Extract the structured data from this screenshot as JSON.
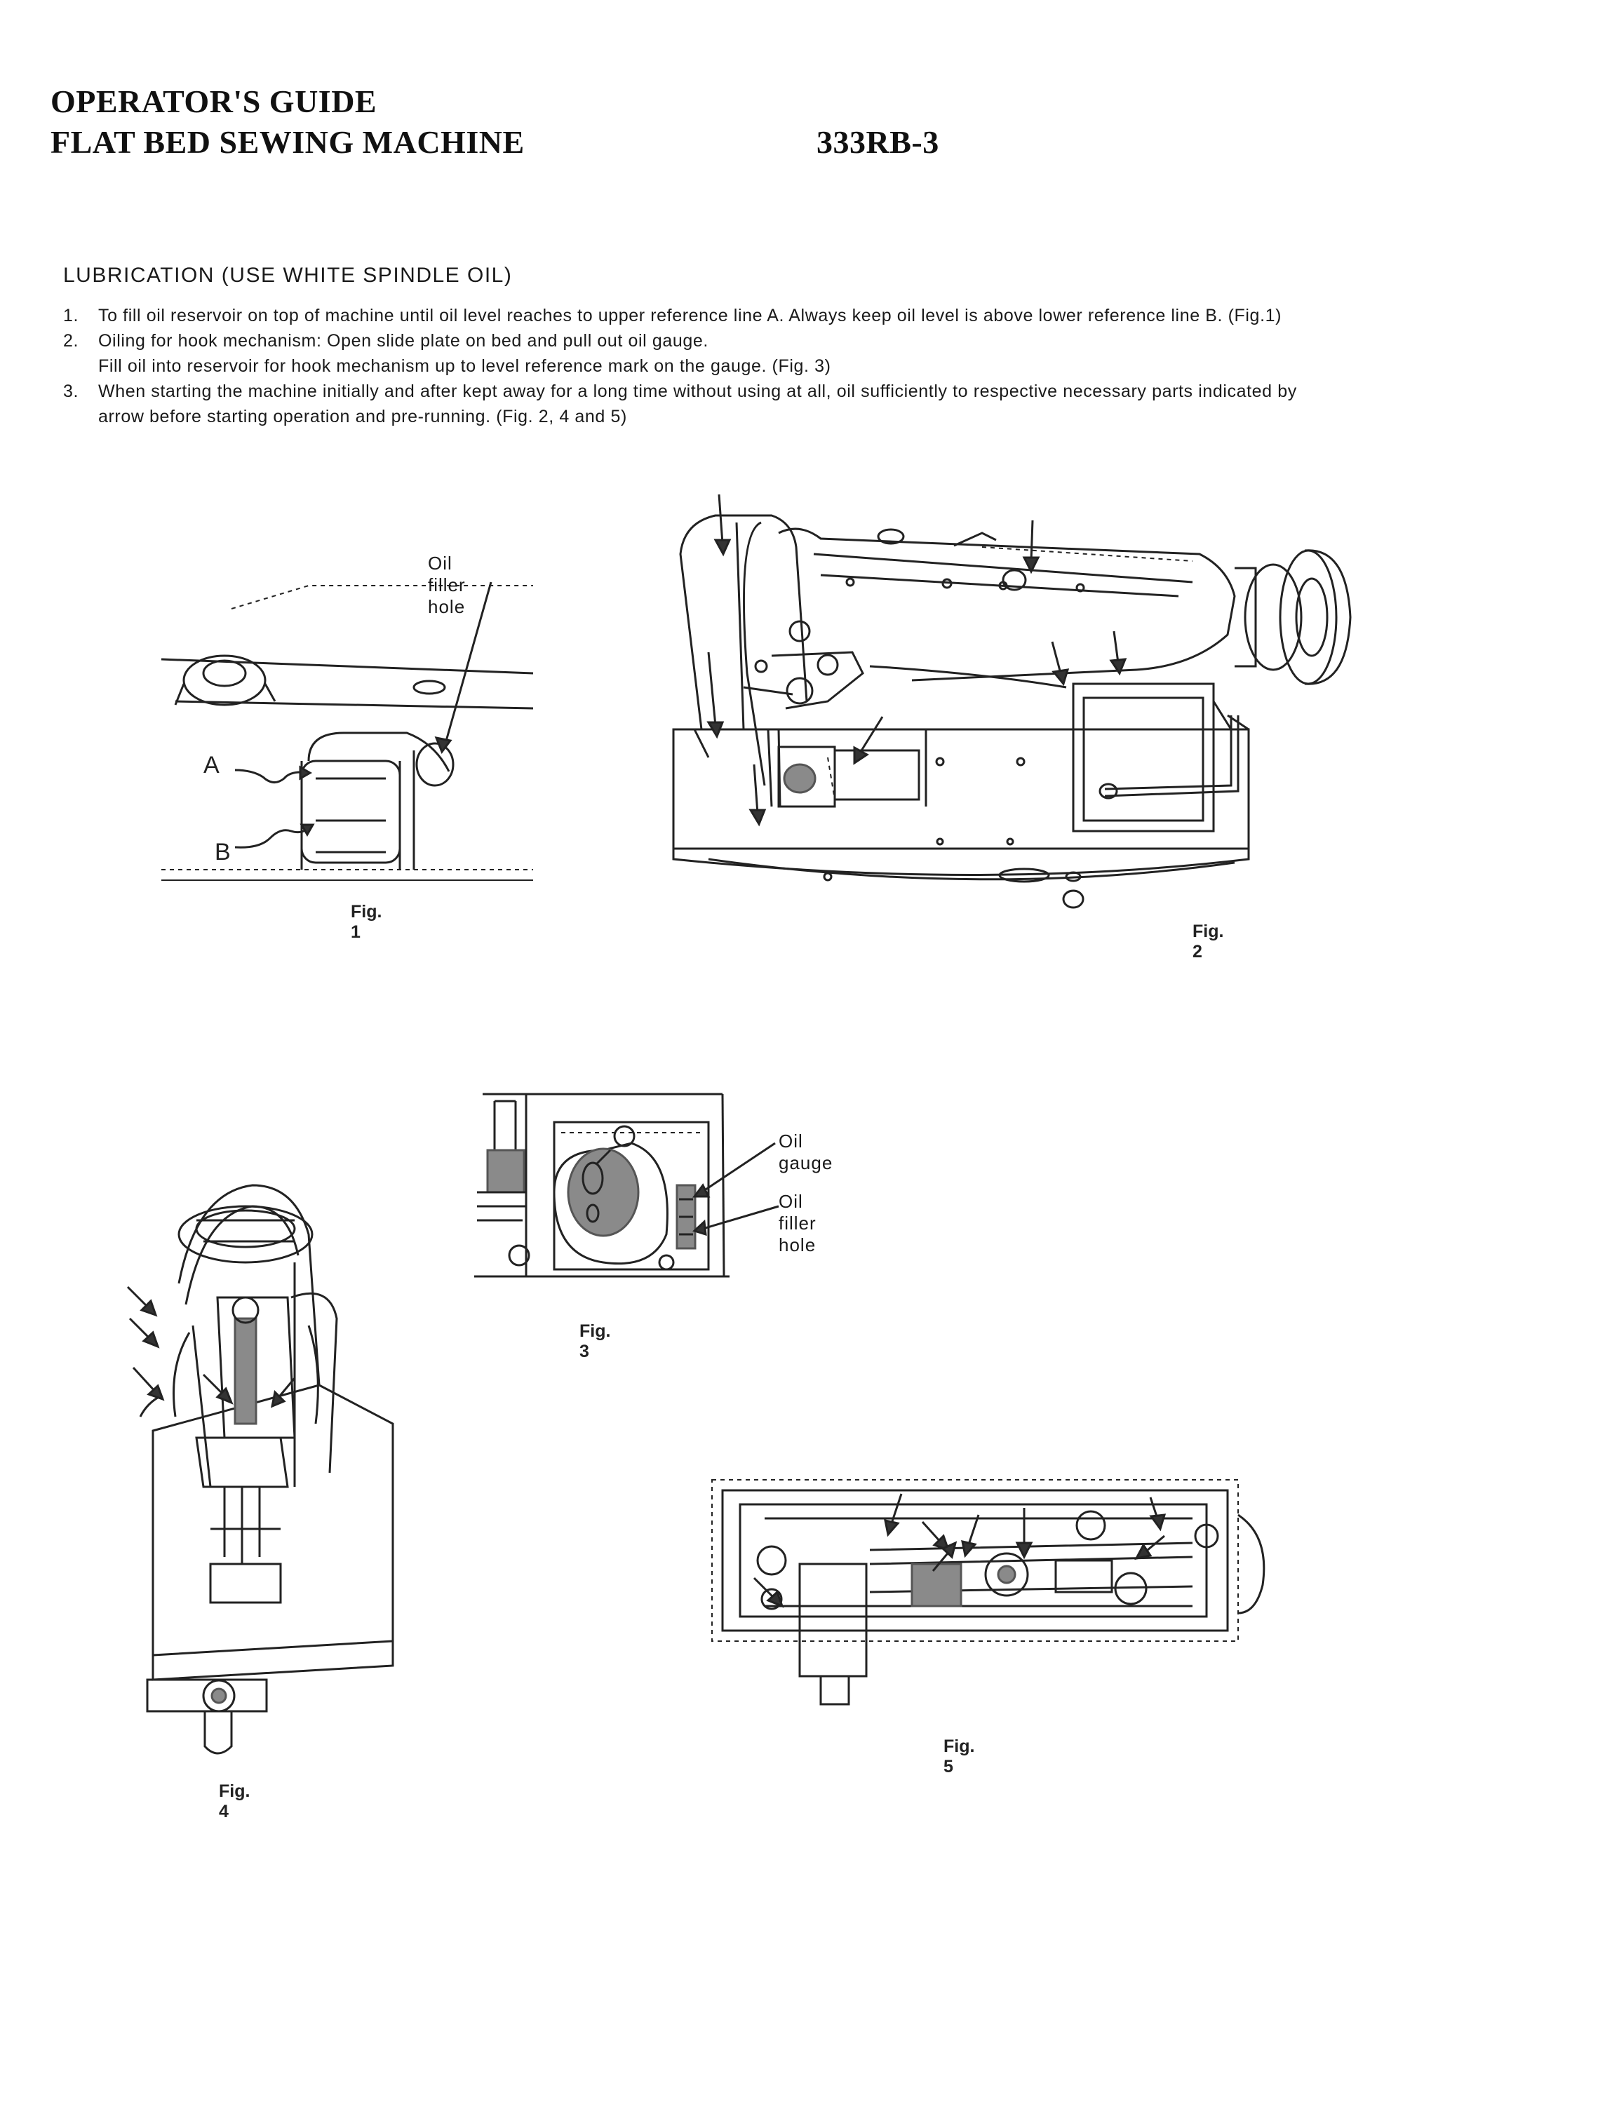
{
  "header": {
    "line1": "OPERATOR'S GUIDE",
    "line2": "FLAT BED SEWING MACHINE",
    "model": "333RB-3"
  },
  "section": {
    "heading": "LUBRICATION (USE WHITE SPINDLE OIL)",
    "items": [
      {
        "num": "1.",
        "text": "To fill oil reservoir on top of machine until oil level reaches to upper reference line A.  Always keep oil level is above lower reference line B.  (Fig.1)"
      },
      {
        "num": "2.",
        "text": "Oiling for hook mechanism: Open slide plate on bed and pull out oil gauge.",
        "text2": "Fill oil into reservoir for hook mechanism up to level reference mark on the gauge. (Fig. 3)"
      },
      {
        "num": "3.",
        "text": "When starting the machine initially and after kept away for a long time without using at all, oil sufficiently to respective necessary parts indicated by arrow before starting operation and pre-running. (Fig. 2, 4 and 5)"
      }
    ]
  },
  "figures": {
    "fig1": {
      "label": "Fig. 1",
      "callout_filler": "Oil filler hole",
      "marker_a": "A",
      "marker_b": "B"
    },
    "fig2": {
      "label": "Fig. 2"
    },
    "fig3": {
      "label": "Fig. 3",
      "callout_gauge": "Oil gauge",
      "callout_filler": "Oil filler hole"
    },
    "fig4": {
      "label": "Fig. 4"
    },
    "fig5": {
      "label": "Fig. 5"
    }
  }
}
